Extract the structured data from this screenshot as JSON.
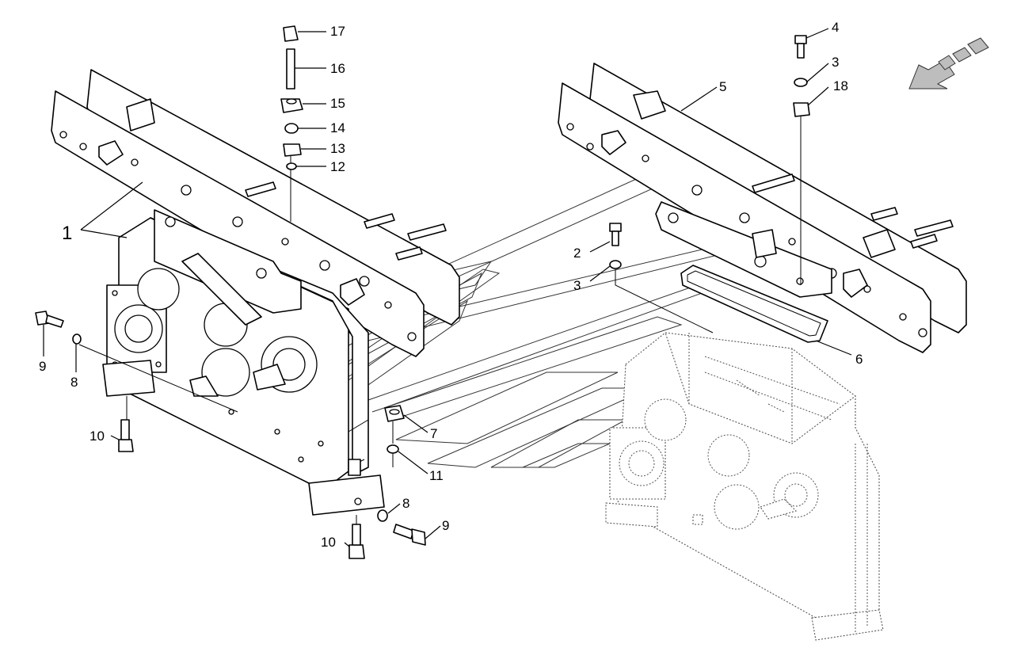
{
  "callouts": [
    {
      "id": "c1",
      "label": "1"
    },
    {
      "id": "c2",
      "label": "2"
    },
    {
      "id": "c3a",
      "label": "3"
    },
    {
      "id": "c3b",
      "label": "3"
    },
    {
      "id": "c4",
      "label": "4"
    },
    {
      "id": "c5",
      "label": "5"
    },
    {
      "id": "c6",
      "label": "6"
    },
    {
      "id": "c7",
      "label": "7"
    },
    {
      "id": "c8a",
      "label": "8"
    },
    {
      "id": "c8b",
      "label": "8"
    },
    {
      "id": "c9a",
      "label": "9"
    },
    {
      "id": "c9b",
      "label": "9"
    },
    {
      "id": "c10a",
      "label": "10"
    },
    {
      "id": "c10b",
      "label": "10"
    },
    {
      "id": "c11",
      "label": "11"
    },
    {
      "id": "c12",
      "label": "12"
    },
    {
      "id": "c13",
      "label": "13"
    },
    {
      "id": "c14",
      "label": "14"
    },
    {
      "id": "c15",
      "label": "15"
    },
    {
      "id": "c16",
      "label": "16"
    },
    {
      "id": "c17",
      "label": "17"
    },
    {
      "id": "c18",
      "label": "18"
    }
  ],
  "icons": {
    "direction": "direction-arrow-icon"
  }
}
